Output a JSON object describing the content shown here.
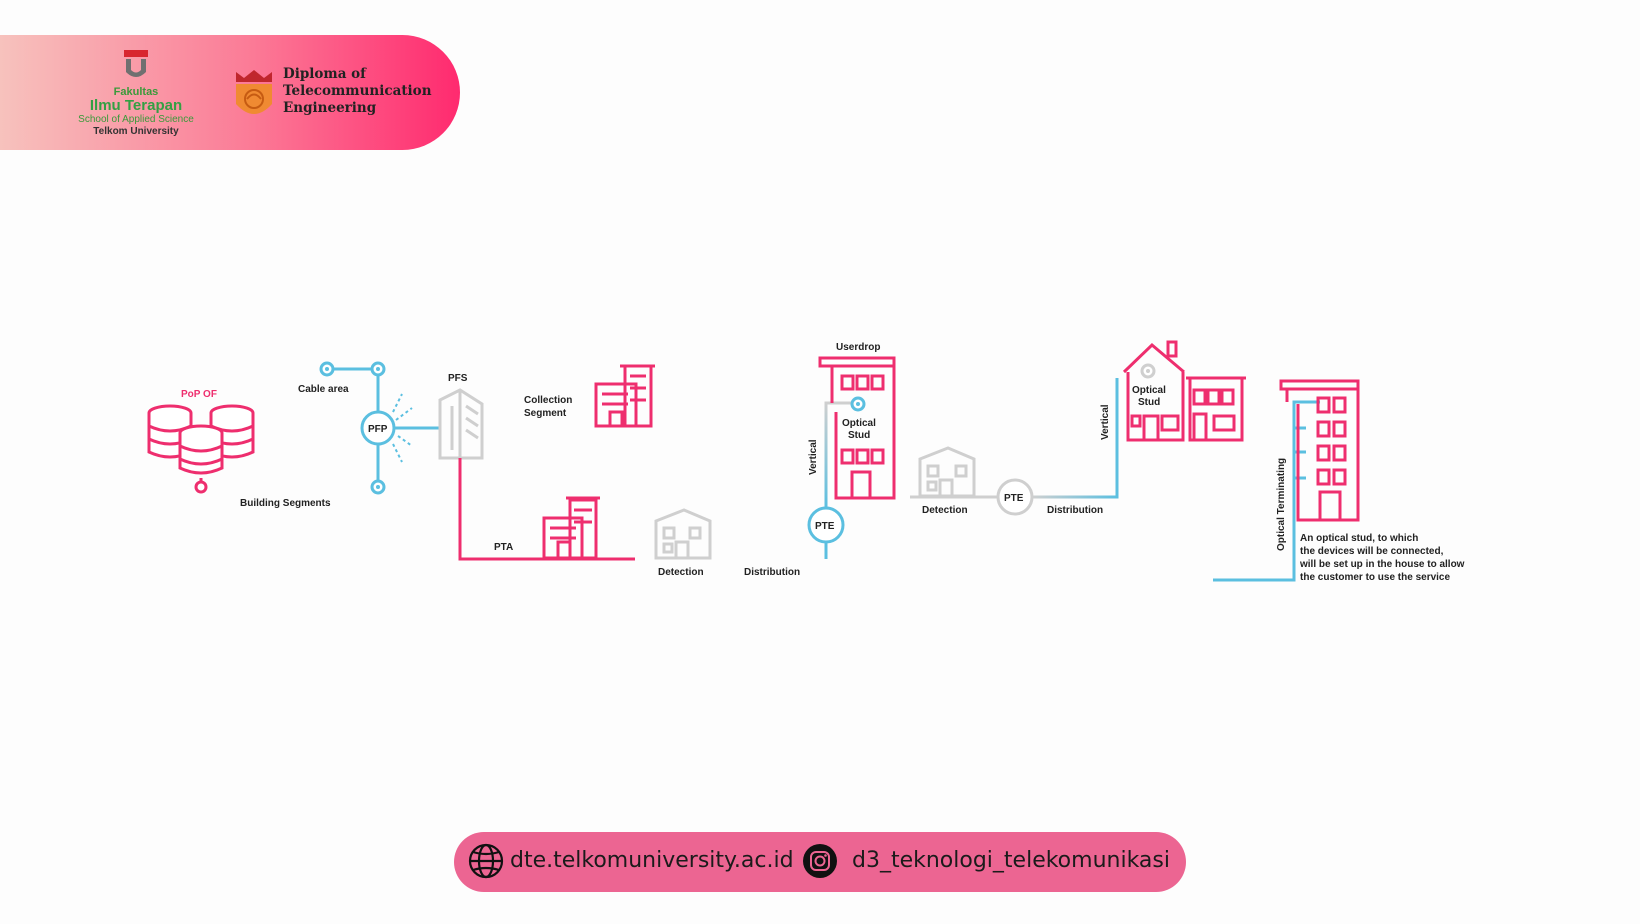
{
  "header": {
    "faculty_logo": {
      "line1": "Fakultas",
      "line2": "Ilmu Terapan",
      "line3": "School of Applied Science",
      "line4": "Telkom University"
    },
    "program_logo": {
      "title": "Diploma of Telecommunication Engineering"
    }
  },
  "diagram": {
    "labels": {
      "pop_of": "PoP OF",
      "cable_area": "Cable area",
      "pfp": "PFP",
      "pfs": "PFS",
      "collection_segment_1": "Collection",
      "collection_segment_2": "Segment",
      "building_segments": "Building Segments",
      "pta": "PTA",
      "detection_1": "Detection",
      "distribution_1": "Distribution",
      "pte_1": "PTE",
      "userdrop": "Userdrop",
      "optical_stud_1a": "Optical",
      "optical_stud_1b": "Stud",
      "vertical_1": "Vertical",
      "detection_2": "Detection",
      "pte_2": "PTE",
      "distribution_2": "Distribution",
      "vertical_2": "Vertical",
      "optical_stud_2a": "Optical",
      "optical_stud_2b": "Stud",
      "optical_terminating": "Optical Terminating",
      "note_1": "An optical stud, to which",
      "note_2": "the devices will be connected,",
      "note_3": "will be set up in the house to allow",
      "note_4": "the customer to use the service"
    },
    "colors": {
      "pink": "#ee2e6e",
      "blue": "#5bbfe0",
      "gray": "#cfcfcf"
    }
  },
  "footer": {
    "website": "dte.telkomuniversity.ac.id",
    "instagram": "d3_teknologi_telekomunikasi",
    "website_icon": "globe-icon",
    "instagram_icon": "instagram-icon",
    "background": "#ec6592"
  }
}
